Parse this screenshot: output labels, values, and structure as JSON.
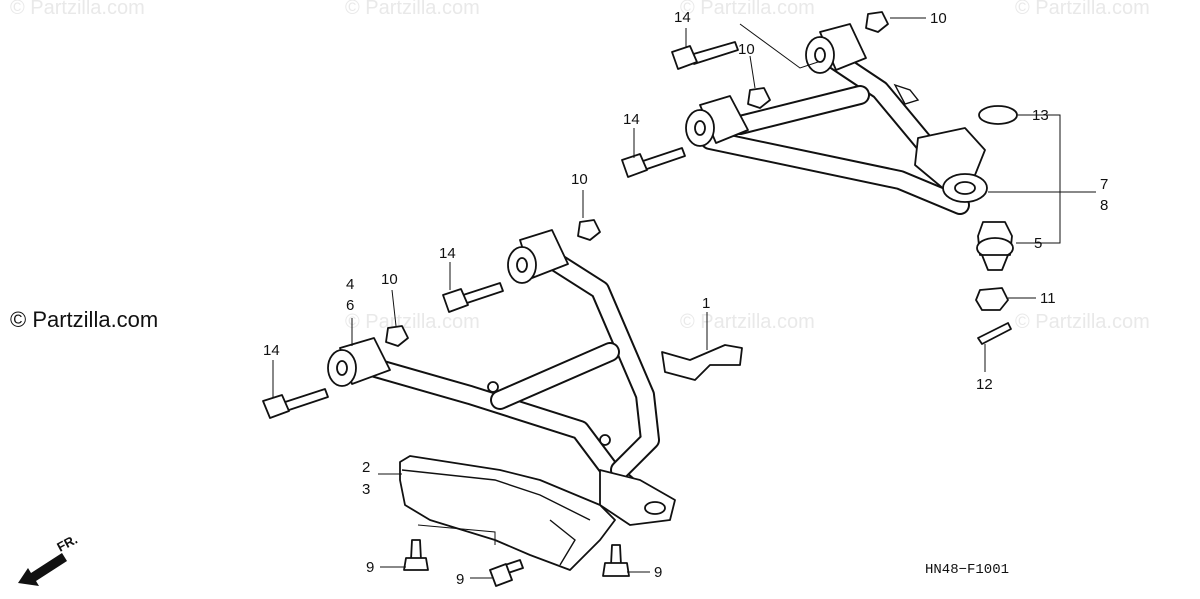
{
  "watermark": {
    "text": "© Partzilla.com"
  },
  "brand": {
    "copyright": "© Partzilla.com"
  },
  "diagram_code": "HN48−F1001",
  "direction_label": "FR.",
  "callouts": [
    {
      "id": "c14a",
      "text": "14"
    },
    {
      "id": "c10a",
      "text": "10"
    },
    {
      "id": "c10b",
      "text": "10"
    },
    {
      "id": "c14b",
      "text": "14"
    },
    {
      "id": "c13",
      "text": "13"
    },
    {
      "id": "c7",
      "text": "7"
    },
    {
      "id": "c8",
      "text": "8"
    },
    {
      "id": "c5",
      "text": "5"
    },
    {
      "id": "c11",
      "text": "11"
    },
    {
      "id": "c12",
      "text": "12"
    },
    {
      "id": "c10c",
      "text": "10"
    },
    {
      "id": "c14c",
      "text": "14"
    },
    {
      "id": "c4",
      "text": "4"
    },
    {
      "id": "c6",
      "text": "6"
    },
    {
      "id": "c10d",
      "text": "10"
    },
    {
      "id": "c14d",
      "text": "14"
    },
    {
      "id": "c1",
      "text": "1"
    },
    {
      "id": "c2",
      "text": "2"
    },
    {
      "id": "c3",
      "text": "3"
    },
    {
      "id": "c9a",
      "text": "9"
    },
    {
      "id": "c9b",
      "text": "9"
    },
    {
      "id": "c9c",
      "text": "9"
    }
  ]
}
